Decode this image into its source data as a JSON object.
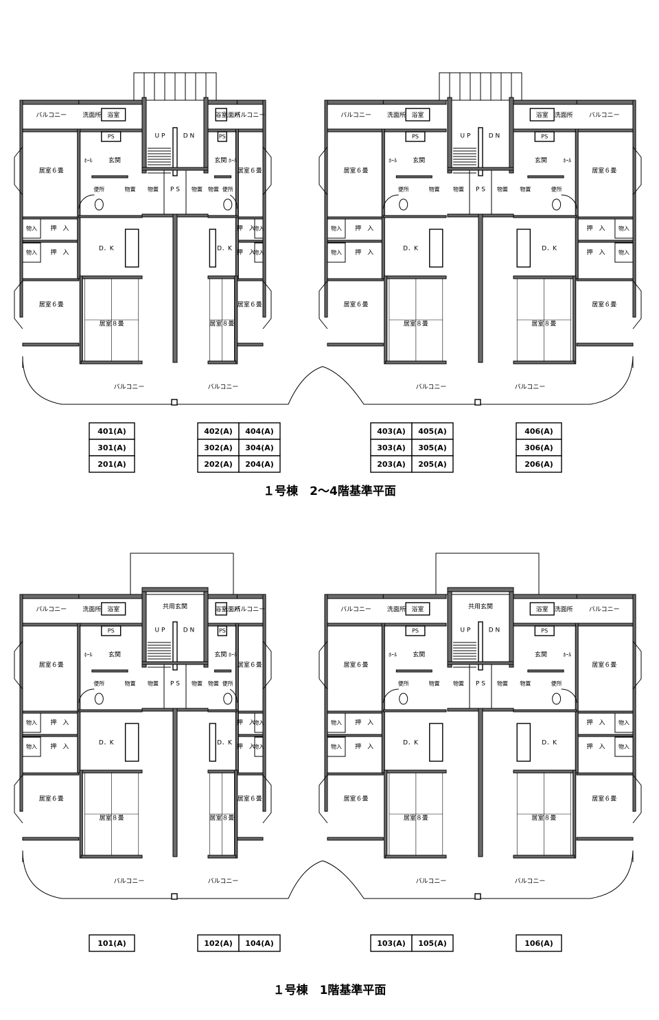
{
  "rooms": {
    "balcony": "バルコニー",
    "wash": "洗面所",
    "bath": "浴室",
    "ps": "PS",
    "ps_spaced": "P S",
    "hall": "ﾎｰﾙ",
    "entrance": "玄関",
    "toilet": "便所",
    "storage": "物置",
    "closet": "押　入",
    "mono_ire": "物入",
    "room6": "居室６畳",
    "room8": "居室８畳",
    "dk": "D．K",
    "up": "U P",
    "dn": "D N",
    "common_entrance": "共用玄関"
  },
  "plans": [
    {
      "title": "１号棟　2～4階基準平面",
      "unit_tables": [
        {
          "rows": [
            [
              "401(A)"
            ],
            [
              "301(A)"
            ],
            [
              "201(A)"
            ]
          ]
        },
        {
          "rows": [
            [
              "402(A)",
              "404(A)"
            ],
            [
              "302(A)",
              "304(A)"
            ],
            [
              "202(A)",
              "204(A)"
            ]
          ]
        },
        {
          "rows": [
            [
              "403(A)",
              "405(A)"
            ],
            [
              "303(A)",
              "305(A)"
            ],
            [
              "203(A)",
              "205(A)"
            ]
          ]
        },
        {
          "rows": [
            [
              "406(A)"
            ],
            [
              "306(A)"
            ],
            [
              "206(A)"
            ]
          ]
        }
      ]
    },
    {
      "title": "１号棟　1階基準平面",
      "unit_tables": [
        {
          "rows": [
            [
              "101(A)"
            ]
          ]
        },
        {
          "rows": [
            [
              "102(A)",
              "104(A)"
            ]
          ]
        },
        {
          "rows": [
            [
              "103(A)",
              "105(A)"
            ]
          ]
        },
        {
          "rows": [
            [
              "106(A)"
            ]
          ]
        }
      ]
    }
  ]
}
